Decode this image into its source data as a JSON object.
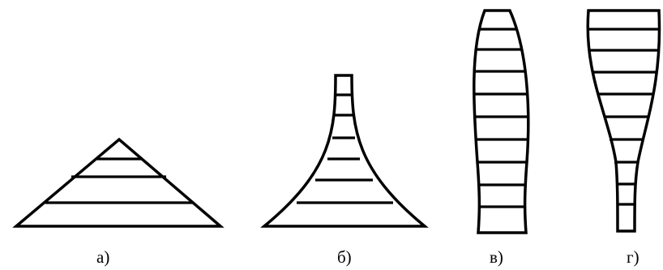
{
  "figure": {
    "stroke_color": "#000000",
    "background": "#ffffff",
    "panels": [
      {
        "id": "a",
        "caption": "а)",
        "shape": "triangle",
        "bands": 3
      },
      {
        "id": "b",
        "caption": "б)",
        "shape": "concave-flared-cone",
        "bands": 7
      },
      {
        "id": "v",
        "caption": "в)",
        "shape": "barrel",
        "bands": 10
      },
      {
        "id": "g",
        "caption": "г)",
        "shape": "tapered-bulb",
        "bands": 10
      }
    ]
  }
}
